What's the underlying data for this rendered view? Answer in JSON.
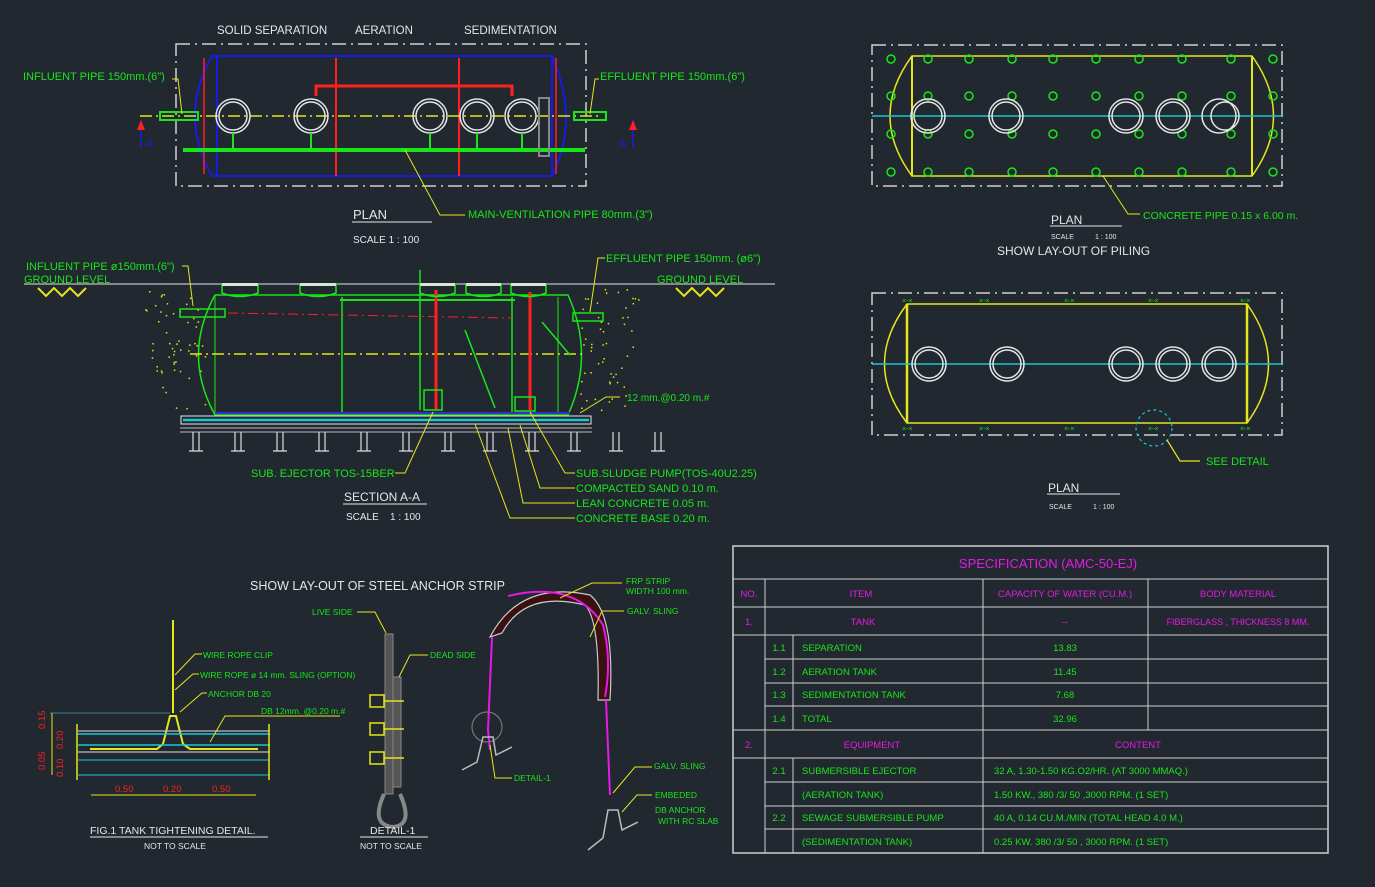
{
  "drawing": {
    "plan_top": {
      "zones": [
        "SOLID SEPARATION",
        "AERATION",
        "SEDIMENTATION"
      ],
      "influent_label": "INFLUENT PIPE 150mm.(6\")",
      "effluent_label": "EFFLUENT PIPE 150mm.(6\")",
      "ventilation_label": "MAIN-VENTILATION PIPE 80mm.(3\")",
      "section_marker": "A",
      "title": "PLAN",
      "scale": "SCALE 1 : 100"
    },
    "piling_plan": {
      "concrete_pipe_label": "CONCRETE PIPE 0.15 x 6.00 m.",
      "title": "PLAN",
      "scale_label": "SCALE",
      "scale_value": "1 : 100",
      "caption": "SHOW LAY-OUT OF PILING"
    },
    "section": {
      "influent_label": "INFLUENT PIPE ø150mm.(6\")",
      "effluent_label": "EFFLUENT PIPE 150mm. (ø6\")",
      "ground_level_left": "GROUND LEVEL",
      "ground_level_right": "GROUND LEVEL",
      "rebar_label": "12 mm.@0.20 m.#",
      "ejector_label": "SUB. EJECTOR TOS-15BER",
      "callouts": [
        "SUB.SLUDGE PUMP(TOS-40U2.25)",
        "COMPACTED SAND 0.10 m.",
        "LEAN CONCRETE 0.05 m.",
        "CONCRETE BASE 0.20 m."
      ],
      "title": "SECTION  A-A",
      "scale_label": "SCALE",
      "scale_value": "1 : 100"
    },
    "anchor_plan": {
      "see_detail": "SEE DETAIL",
      "title": "PLAN",
      "scale_label": "SCALE",
      "scale_value": "1 : 100"
    },
    "anchor_strip": {
      "caption": "SHOW LAY-OUT OF STEEL ANCHOR STRIP",
      "frp_strip": "FRP STRIP",
      "frp_width": "WIDTH 100 mm.",
      "galv_sling_top": "GALV. SLING",
      "galv_sling_bottom": "GALV. SLING",
      "detail_1": "DETAIL-1",
      "embeded": "EMBEDED",
      "db_anchor": "DB ANCHOR",
      "with_rc_slab": "WITH RC SLAB"
    },
    "fig1": {
      "wire_rope_clip": "WIRE ROPE CLIP",
      "wire_rope_sling": "WIRE ROPE ø 14 mm. SLING (OPTION)",
      "anchor_db": "ANCHOR DB 20",
      "db_rebar": "DB  12mm. @0.20 m.#",
      "dims_vertical": [
        "0.15",
        "0.20",
        "0.05",
        "0.10"
      ],
      "dims_horizontal": [
        "0.50",
        "0.20",
        "0.50"
      ],
      "title": "FIG.1 TANK TIGHTENING DETAIL.",
      "subtitle": "NOT TO SCALE"
    },
    "detail1": {
      "live_side": "LIVE SIDE",
      "dead_side": "DEAD SIDE",
      "title": "DETAIL-1",
      "subtitle": "NOT TO SCALE"
    }
  },
  "spec_table": {
    "title": "SPECIFICATION (AMC-50-EJ)",
    "headers": [
      "NO.",
      "ITEM",
      "CAPACITY OF WATER (CU.M.)",
      "BODY MATERIAL"
    ],
    "tank_row": {
      "no": "1.",
      "item": "TANK",
      "capacity": "--",
      "material": "FIBERGLASS , THICKNESS 8 MM."
    },
    "tank_items": [
      {
        "no": "1.1",
        "item": "SEPARATION",
        "capacity": "13.83"
      },
      {
        "no": "1.2",
        "item": "AERATION TANK",
        "capacity": "11.45"
      },
      {
        "no": "1.3",
        "item": "SEDIMENTATION TANK",
        "capacity": "7.68"
      },
      {
        "no": "1.4",
        "item": "TOTAL",
        "capacity": "32.96"
      }
    ],
    "equipment_row": {
      "no": "2.",
      "item": "EQUIPMENT",
      "content": "CONTENT"
    },
    "equipment_items": [
      {
        "no": "2.1",
        "item": "SUBMERSIBLE EJECTOR",
        "content": "32 A, 1.30-1.50 KG.O2/HR. (AT 3000 MMAQ.)"
      },
      {
        "no": "",
        "item": "(AERATION TANK)",
        "content": "1.50 KW., 380 /3/ 50 ,3000 RPM. (1 SET)"
      },
      {
        "no": "2.2",
        "item": "SEWAGE SUBMERSIBLE PUMP",
        "content": "40 A, 0.14 CU.M./MIN (TOTAL HEAD 4.0 M.)"
      },
      {
        "no": "",
        "item": "(SEDIMENTATION TANK)",
        "content": "0.25 KW. 380 /3/ 50 , 3000 RPM. (1 SET)"
      }
    ]
  },
  "colors": {
    "background": "#212830",
    "label_green": "#19e619",
    "table_magenta": "#e619e6",
    "leader_yellow": "#e6e619",
    "tank_blue": "#1a1ae6",
    "pipe_red": "#ff2020",
    "centerline_cyan": "#19c8d2"
  }
}
